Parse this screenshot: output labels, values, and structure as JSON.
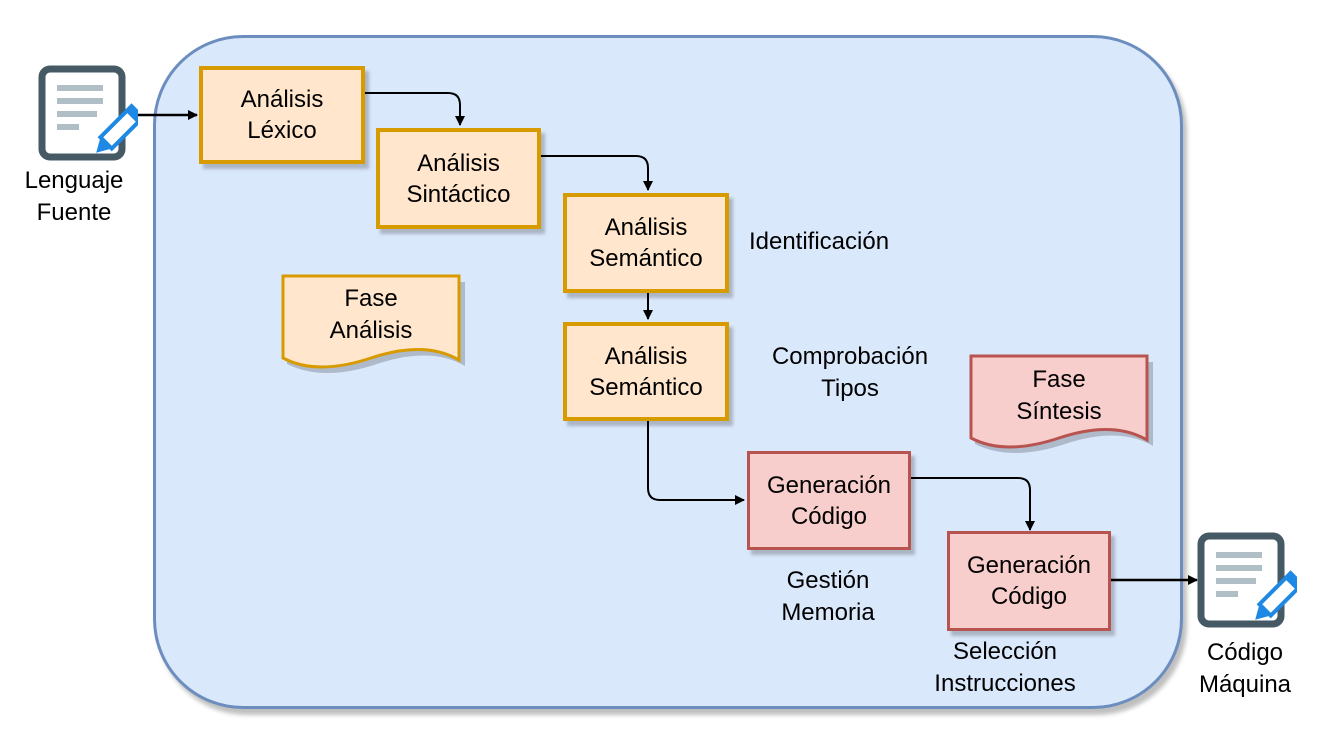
{
  "colors": {
    "container_fill": "#dae8fc",
    "container_stroke": "#6c8ebf",
    "analysis_fill": "#ffe6cc",
    "analysis_stroke": "#d79b00",
    "synthesis_fill": "#f8cecc",
    "synthesis_stroke": "#b85450",
    "icon_frame": "#455a64",
    "icon_pencil": "#1e88e5"
  },
  "source": {
    "icon": "document-edit-icon",
    "label": "Lenguaje\nFuente"
  },
  "target": {
    "icon": "document-edit-icon",
    "label": "Código\nMáquina"
  },
  "boxes": {
    "lexico": "Análisis\nLéxico",
    "sintactico": "Análisis\nSintáctico",
    "semantico1": "Análisis\nSemántico",
    "semantico2": "Análisis\nSemántico",
    "generacion1": "Generación\nCódigo",
    "generacion2": "Generación\nCódigo"
  },
  "annotations": {
    "identificacion": "Identificación",
    "comprobacion": "Comprobación\nTipos",
    "gestion": "Gestión\nMemoria",
    "seleccion": "Selección\nInstrucciones"
  },
  "phases": {
    "analisis": "Fase\nAnálisis",
    "sintesis": "Fase\nSíntesis"
  }
}
